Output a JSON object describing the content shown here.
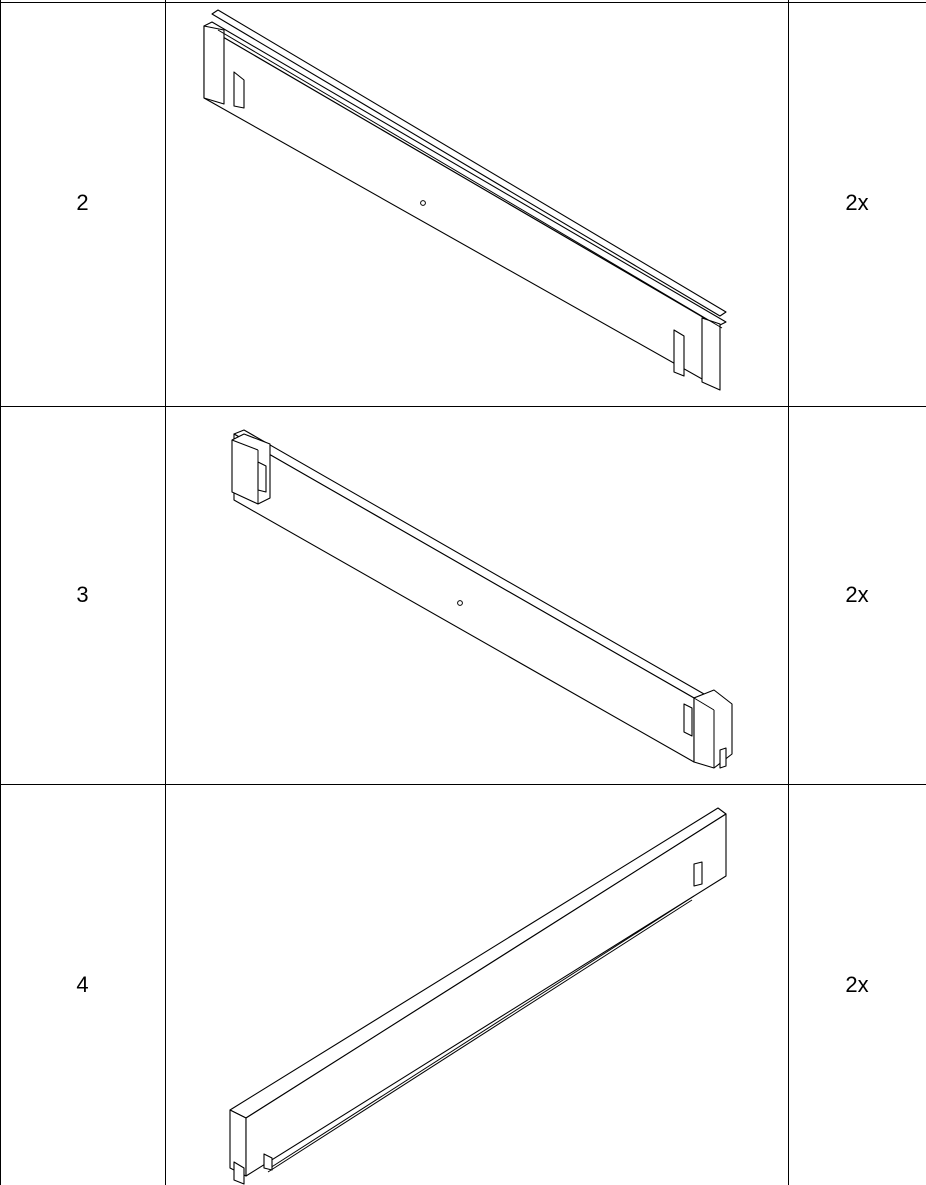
{
  "parts": [
    {
      "number": "2",
      "quantity": "2x",
      "illustration": "slotted-rail-board"
    },
    {
      "number": "3",
      "quantity": "2x",
      "illustration": "notched-end-board"
    },
    {
      "number": "4",
      "quantity": "2x",
      "illustration": "long-side-board"
    }
  ]
}
